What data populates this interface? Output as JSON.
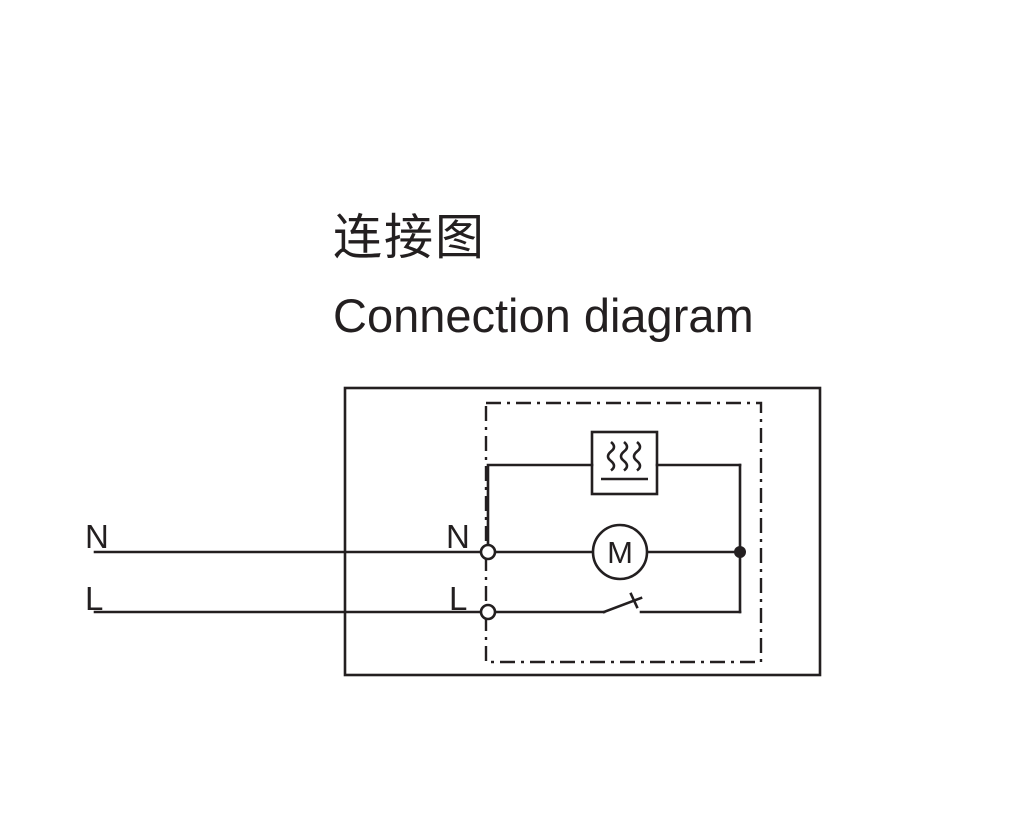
{
  "title": {
    "zh": "连接图",
    "en": "Connection diagram"
  },
  "wiring": {
    "outer_neutral_label": "N",
    "outer_live_label": "L",
    "terminal_neutral_label": "N",
    "terminal_live_label": "L",
    "motor_label": "M"
  },
  "components": {
    "heater": "heating-element-symbol",
    "motor": "motor-symbol",
    "switch": "thermal-switch-symbol"
  },
  "colors": {
    "line": "#231f20",
    "background": "#ffffff"
  }
}
